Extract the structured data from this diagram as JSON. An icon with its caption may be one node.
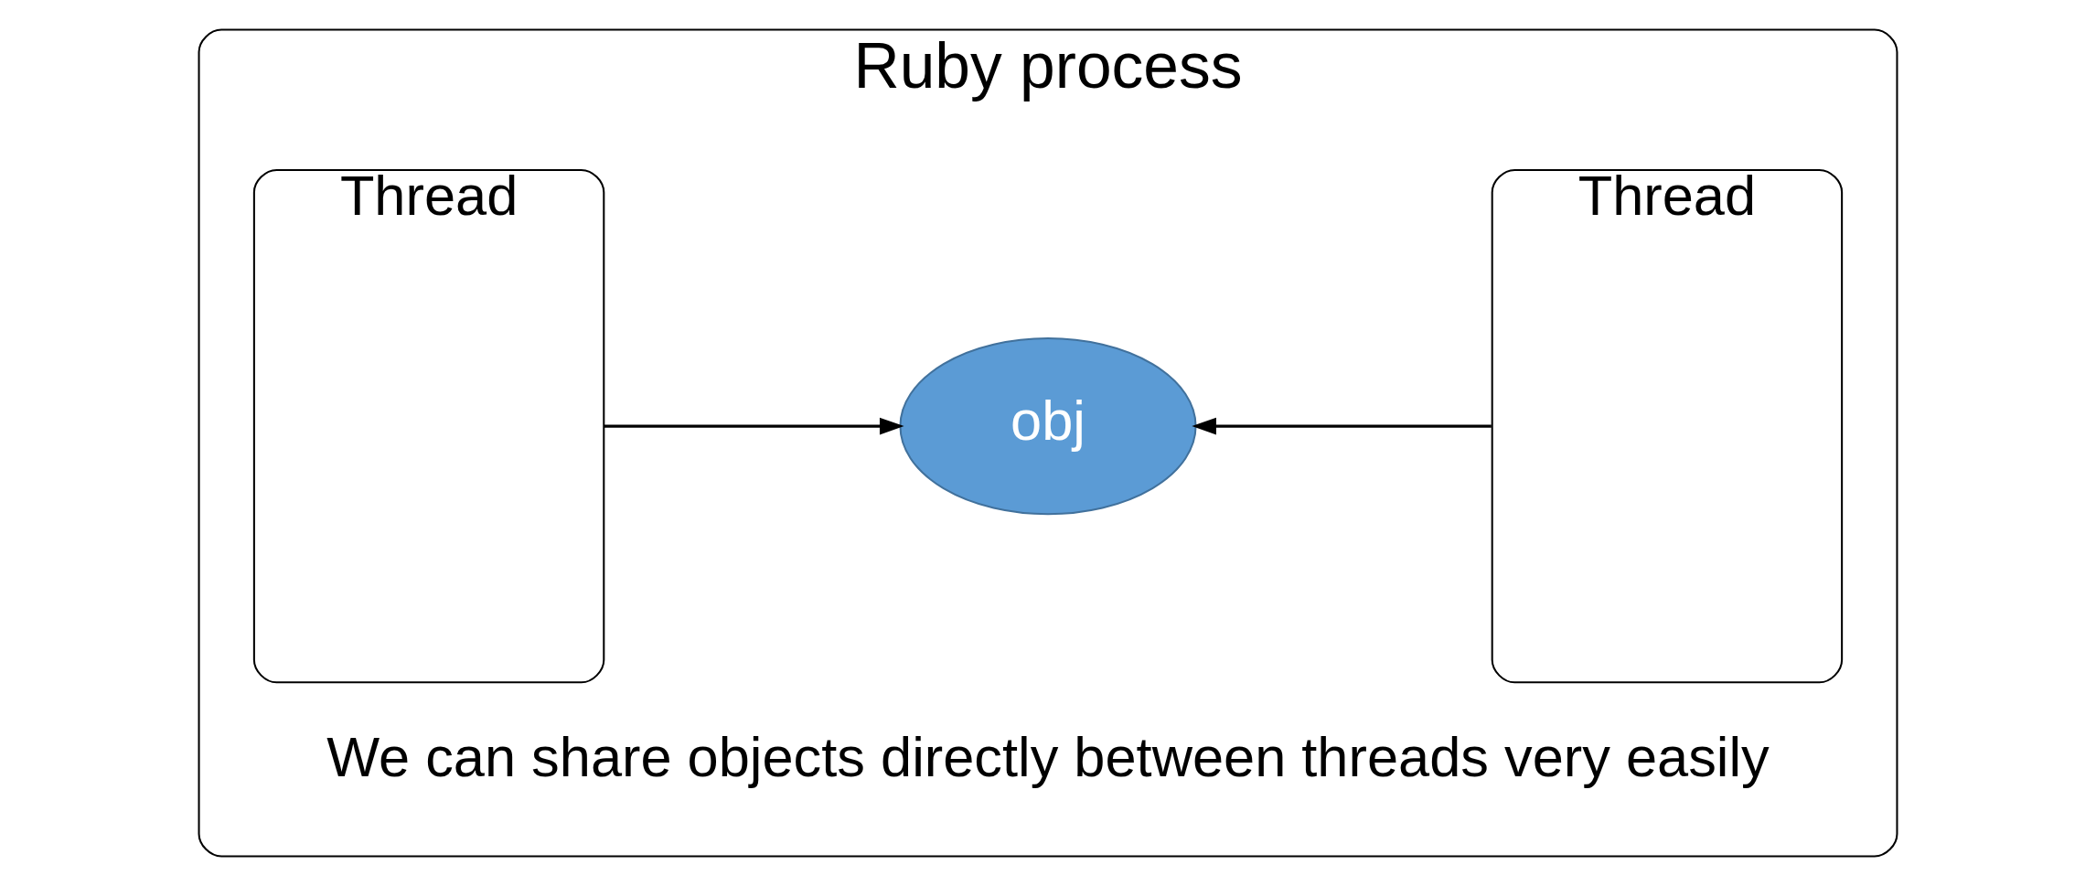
{
  "diagram": {
    "nodes": [
      {
        "text": [
          "Ruby process"
        ]
      },
      {
        "text": [
          "Thread"
        ],
        "in": 0
      },
      {
        "text": [
          "obj"
        ],
        "in": 0
      },
      {
        "text": [
          "Thread"
        ],
        "in": 0
      }
    ],
    "edges": [
      {
        "from": 1,
        "to": 2,
        "arrow": "to"
      },
      {
        "from": 3,
        "to": 2,
        "arrow": "to"
      }
    ],
    "labels": [
      "We can share objects directly between threads very easily"
    ]
  }
}
